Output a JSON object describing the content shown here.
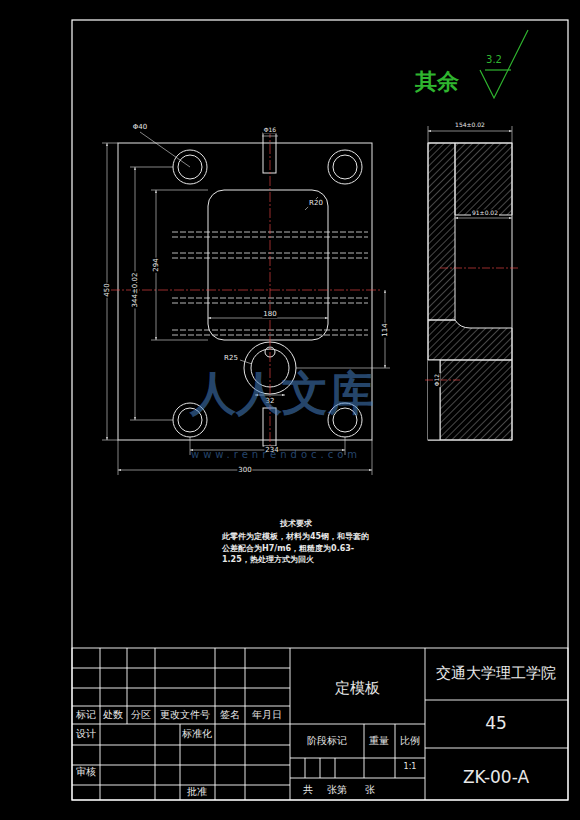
{
  "diagram": {
    "labels": [
      "其余",
      "3.2",
      "Φ40",
      "Φ16",
      "R20",
      "450",
      "344±0.02",
      "294",
      "180",
      "R25",
      "32",
      "114",
      "234",
      "300",
      "154±0.02",
      "91±0.02",
      "Φ12",
      "技术要求",
      "此零件为定模板，材料为45钢，和导套的公差配合为H7/m6，粗糙度为0.63-1.25，热处理方式为回火",
      "人人文库",
      "www.renrendoc.com",
      "标记",
      "处数",
      "分区",
      "更改文件号",
      "签名",
      "年月日",
      "设计",
      "标准化",
      "审核",
      "批准",
      "定模板",
      "阶段标记",
      "重量",
      "比例",
      "1:1",
      "共",
      "张第",
      "张",
      "交通大学理工学院",
      "45",
      "ZK-00-A"
    ]
  }
}
